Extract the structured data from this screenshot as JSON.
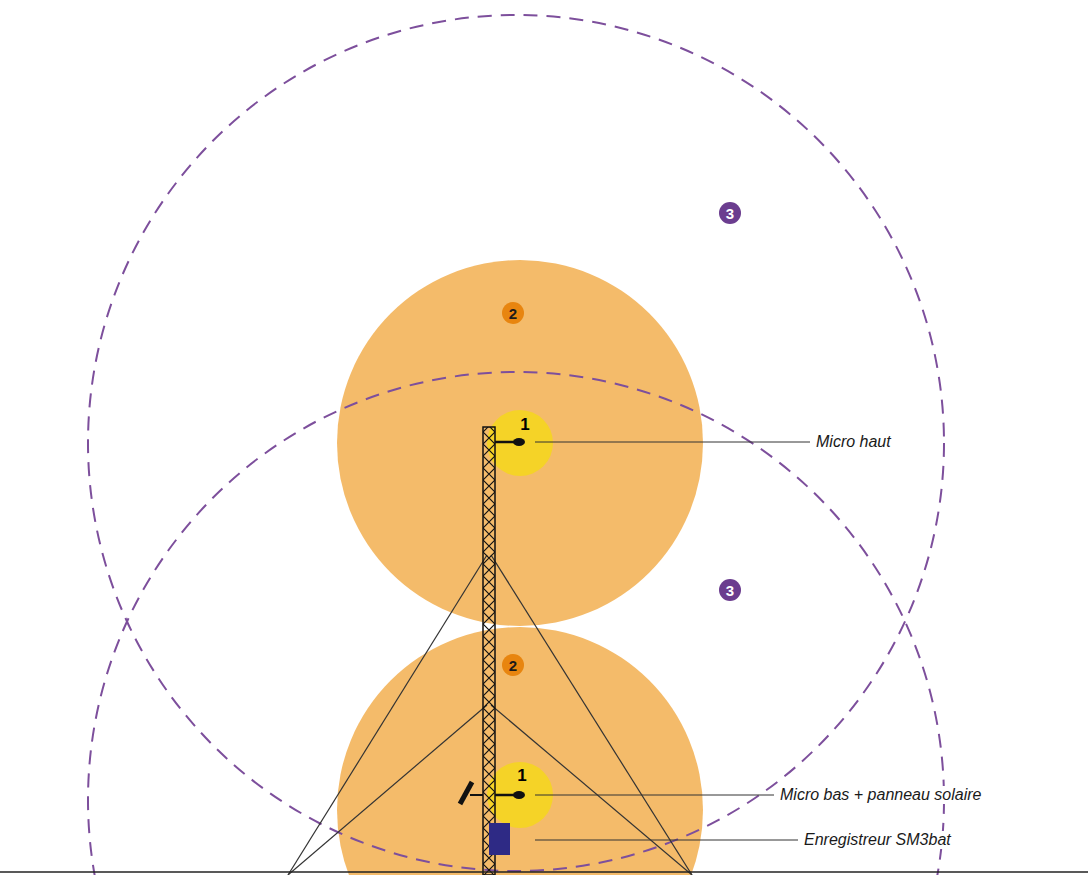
{
  "diagram": {
    "labels": [
      "3",
      "2",
      "1",
      "Micro haut",
      "3",
      "2",
      "1",
      "Micro bas + panneau solaire",
      "Enregistreur SM3bat"
    ]
  }
}
